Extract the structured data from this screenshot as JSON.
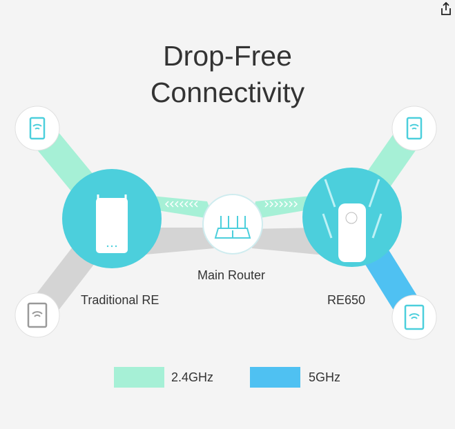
{
  "title": {
    "line1": "Drop-Free",
    "line2": "Connectivity"
  },
  "labels": {
    "traditional": "Traditional RE",
    "router": "Main Router",
    "re650": "RE650"
  },
  "legend": [
    {
      "label": "2.4GHz",
      "color": "#a6f0d6"
    },
    {
      "label": "5GHz",
      "color": "#4fc1f2"
    }
  ],
  "colors": {
    "teal": "#4ccfdc",
    "mint": "#a6f0d6",
    "blue": "#4fc1f2",
    "gray": "#d4d4d4"
  },
  "icons": {
    "share": "share-icon"
  }
}
